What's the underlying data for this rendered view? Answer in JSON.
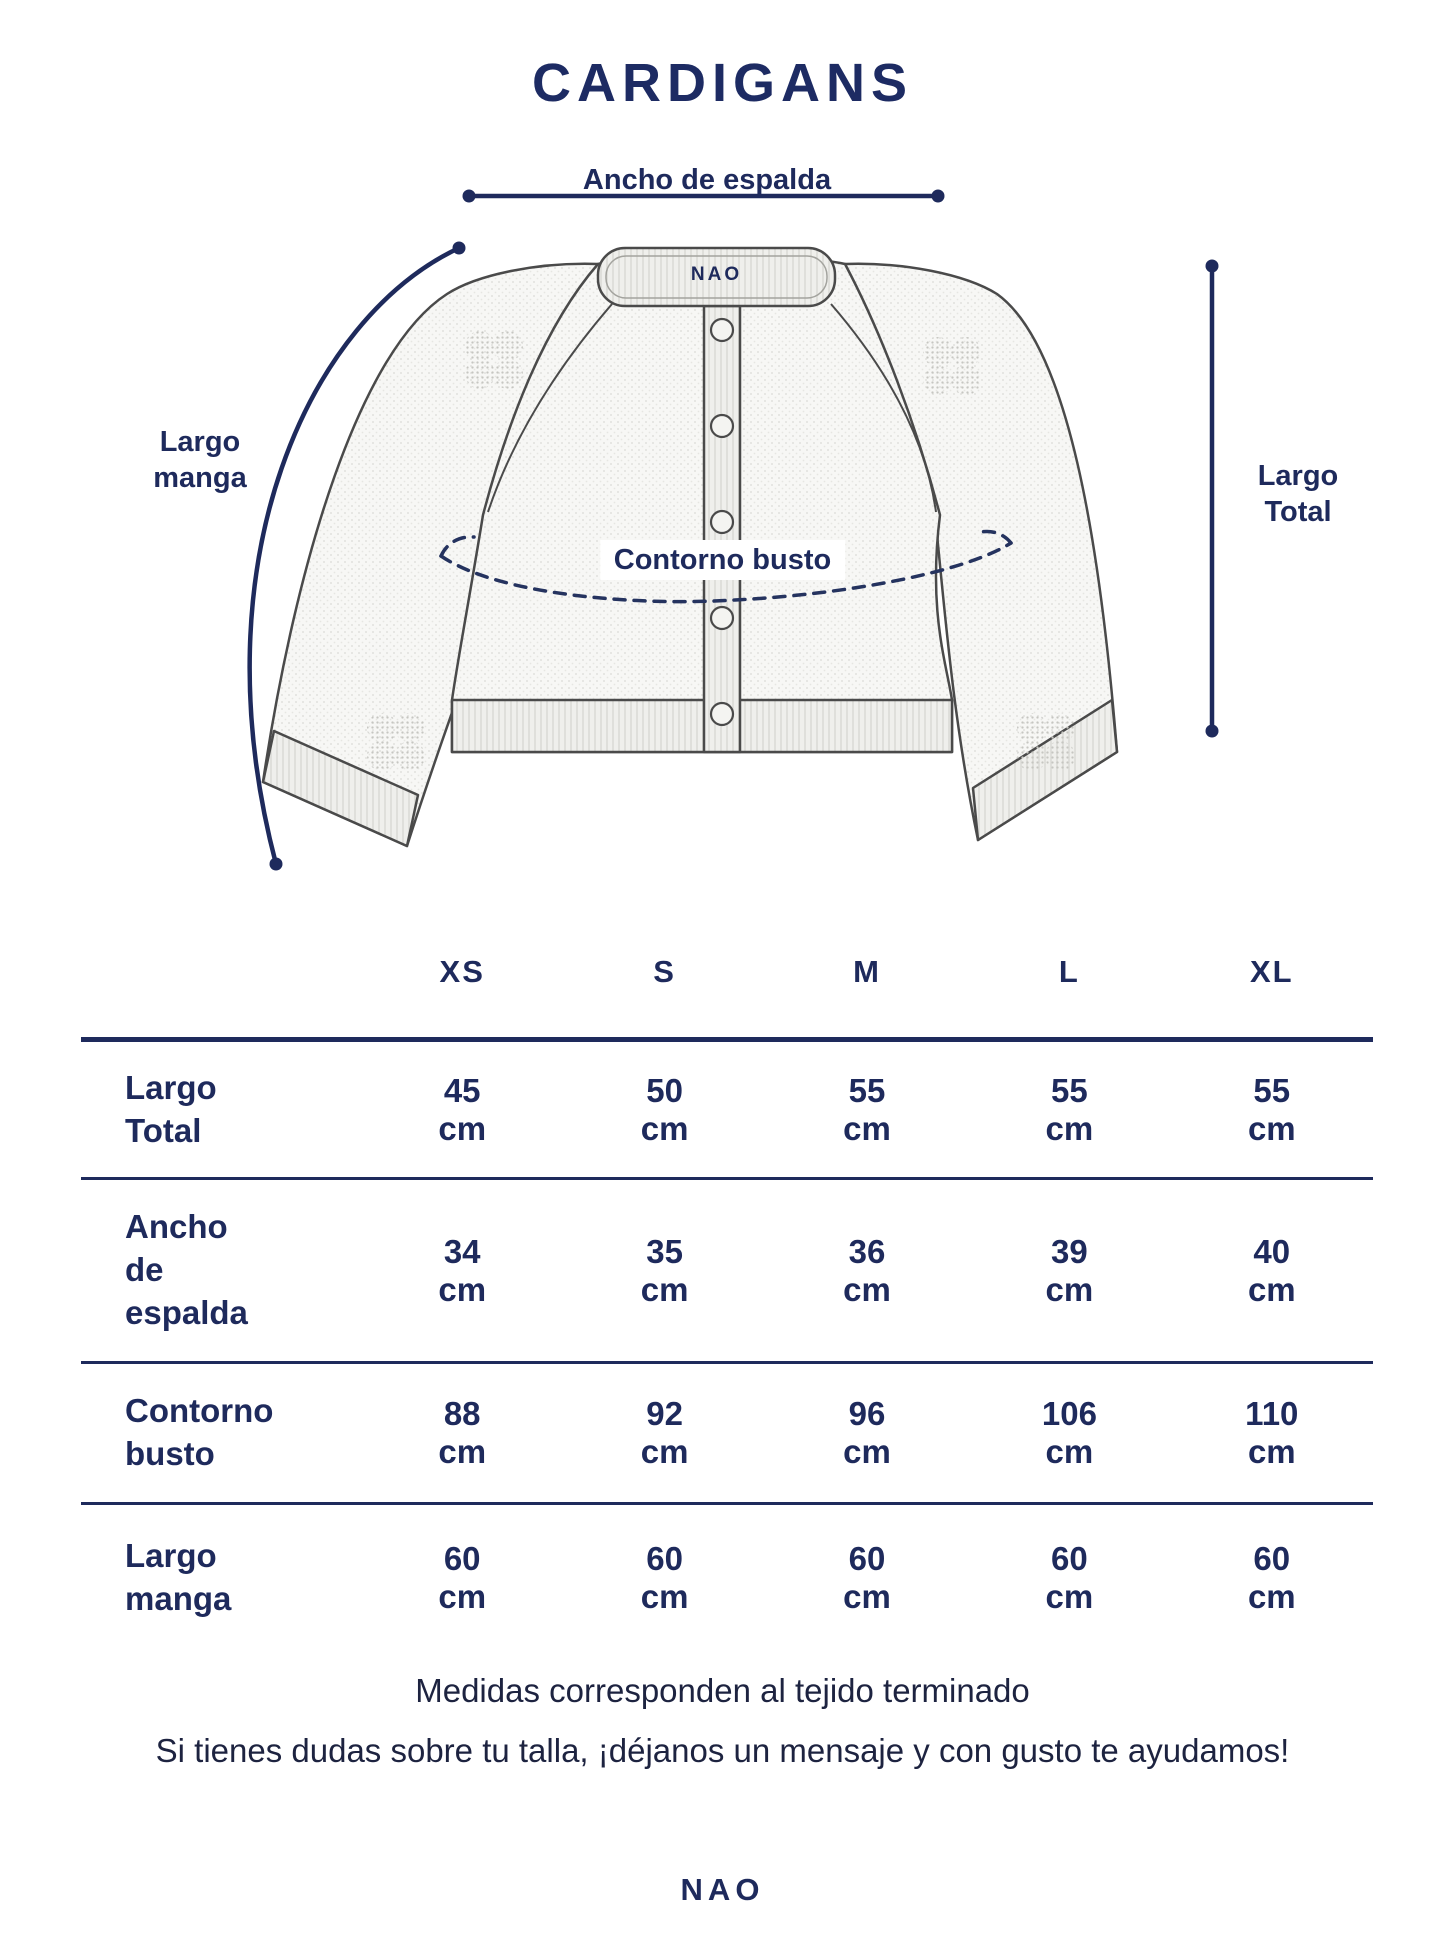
{
  "page": {
    "title": "CARDIGANS",
    "footer_brand": "NAO"
  },
  "diagram": {
    "collar_brand": "NAO",
    "labels": {
      "back_width": "Ancho de espalda",
      "sleeve_length": "Largo\nmanga",
      "total_length": "Largo\nTotal",
      "bust": "Contorno busto"
    },
    "accent_color": "#1e2a5c"
  },
  "chart_data": {
    "type": "table",
    "columns": [
      "XS",
      "S",
      "M",
      "L",
      "XL"
    ],
    "rows": [
      {
        "label": "Largo\nTotal",
        "values": [
          45,
          50,
          55,
          55,
          55
        ],
        "unit": "cm"
      },
      {
        "label": "Ancho\nde\nespalda",
        "values": [
          34,
          35,
          36,
          39,
          40
        ],
        "unit": "cm"
      },
      {
        "label": "Contorno\nbusto",
        "values": [
          88,
          92,
          96,
          106,
          110
        ],
        "unit": "cm"
      },
      {
        "label": "Largo\nmanga",
        "values": [
          60,
          60,
          60,
          60,
          60
        ],
        "unit": "cm"
      }
    ]
  },
  "notes": {
    "line1": "Medidas corresponden al tejido terminado",
    "line2": "Si tienes dudas sobre tu talla, ¡déjanos un mensaje y con gusto te ayudamos!"
  }
}
